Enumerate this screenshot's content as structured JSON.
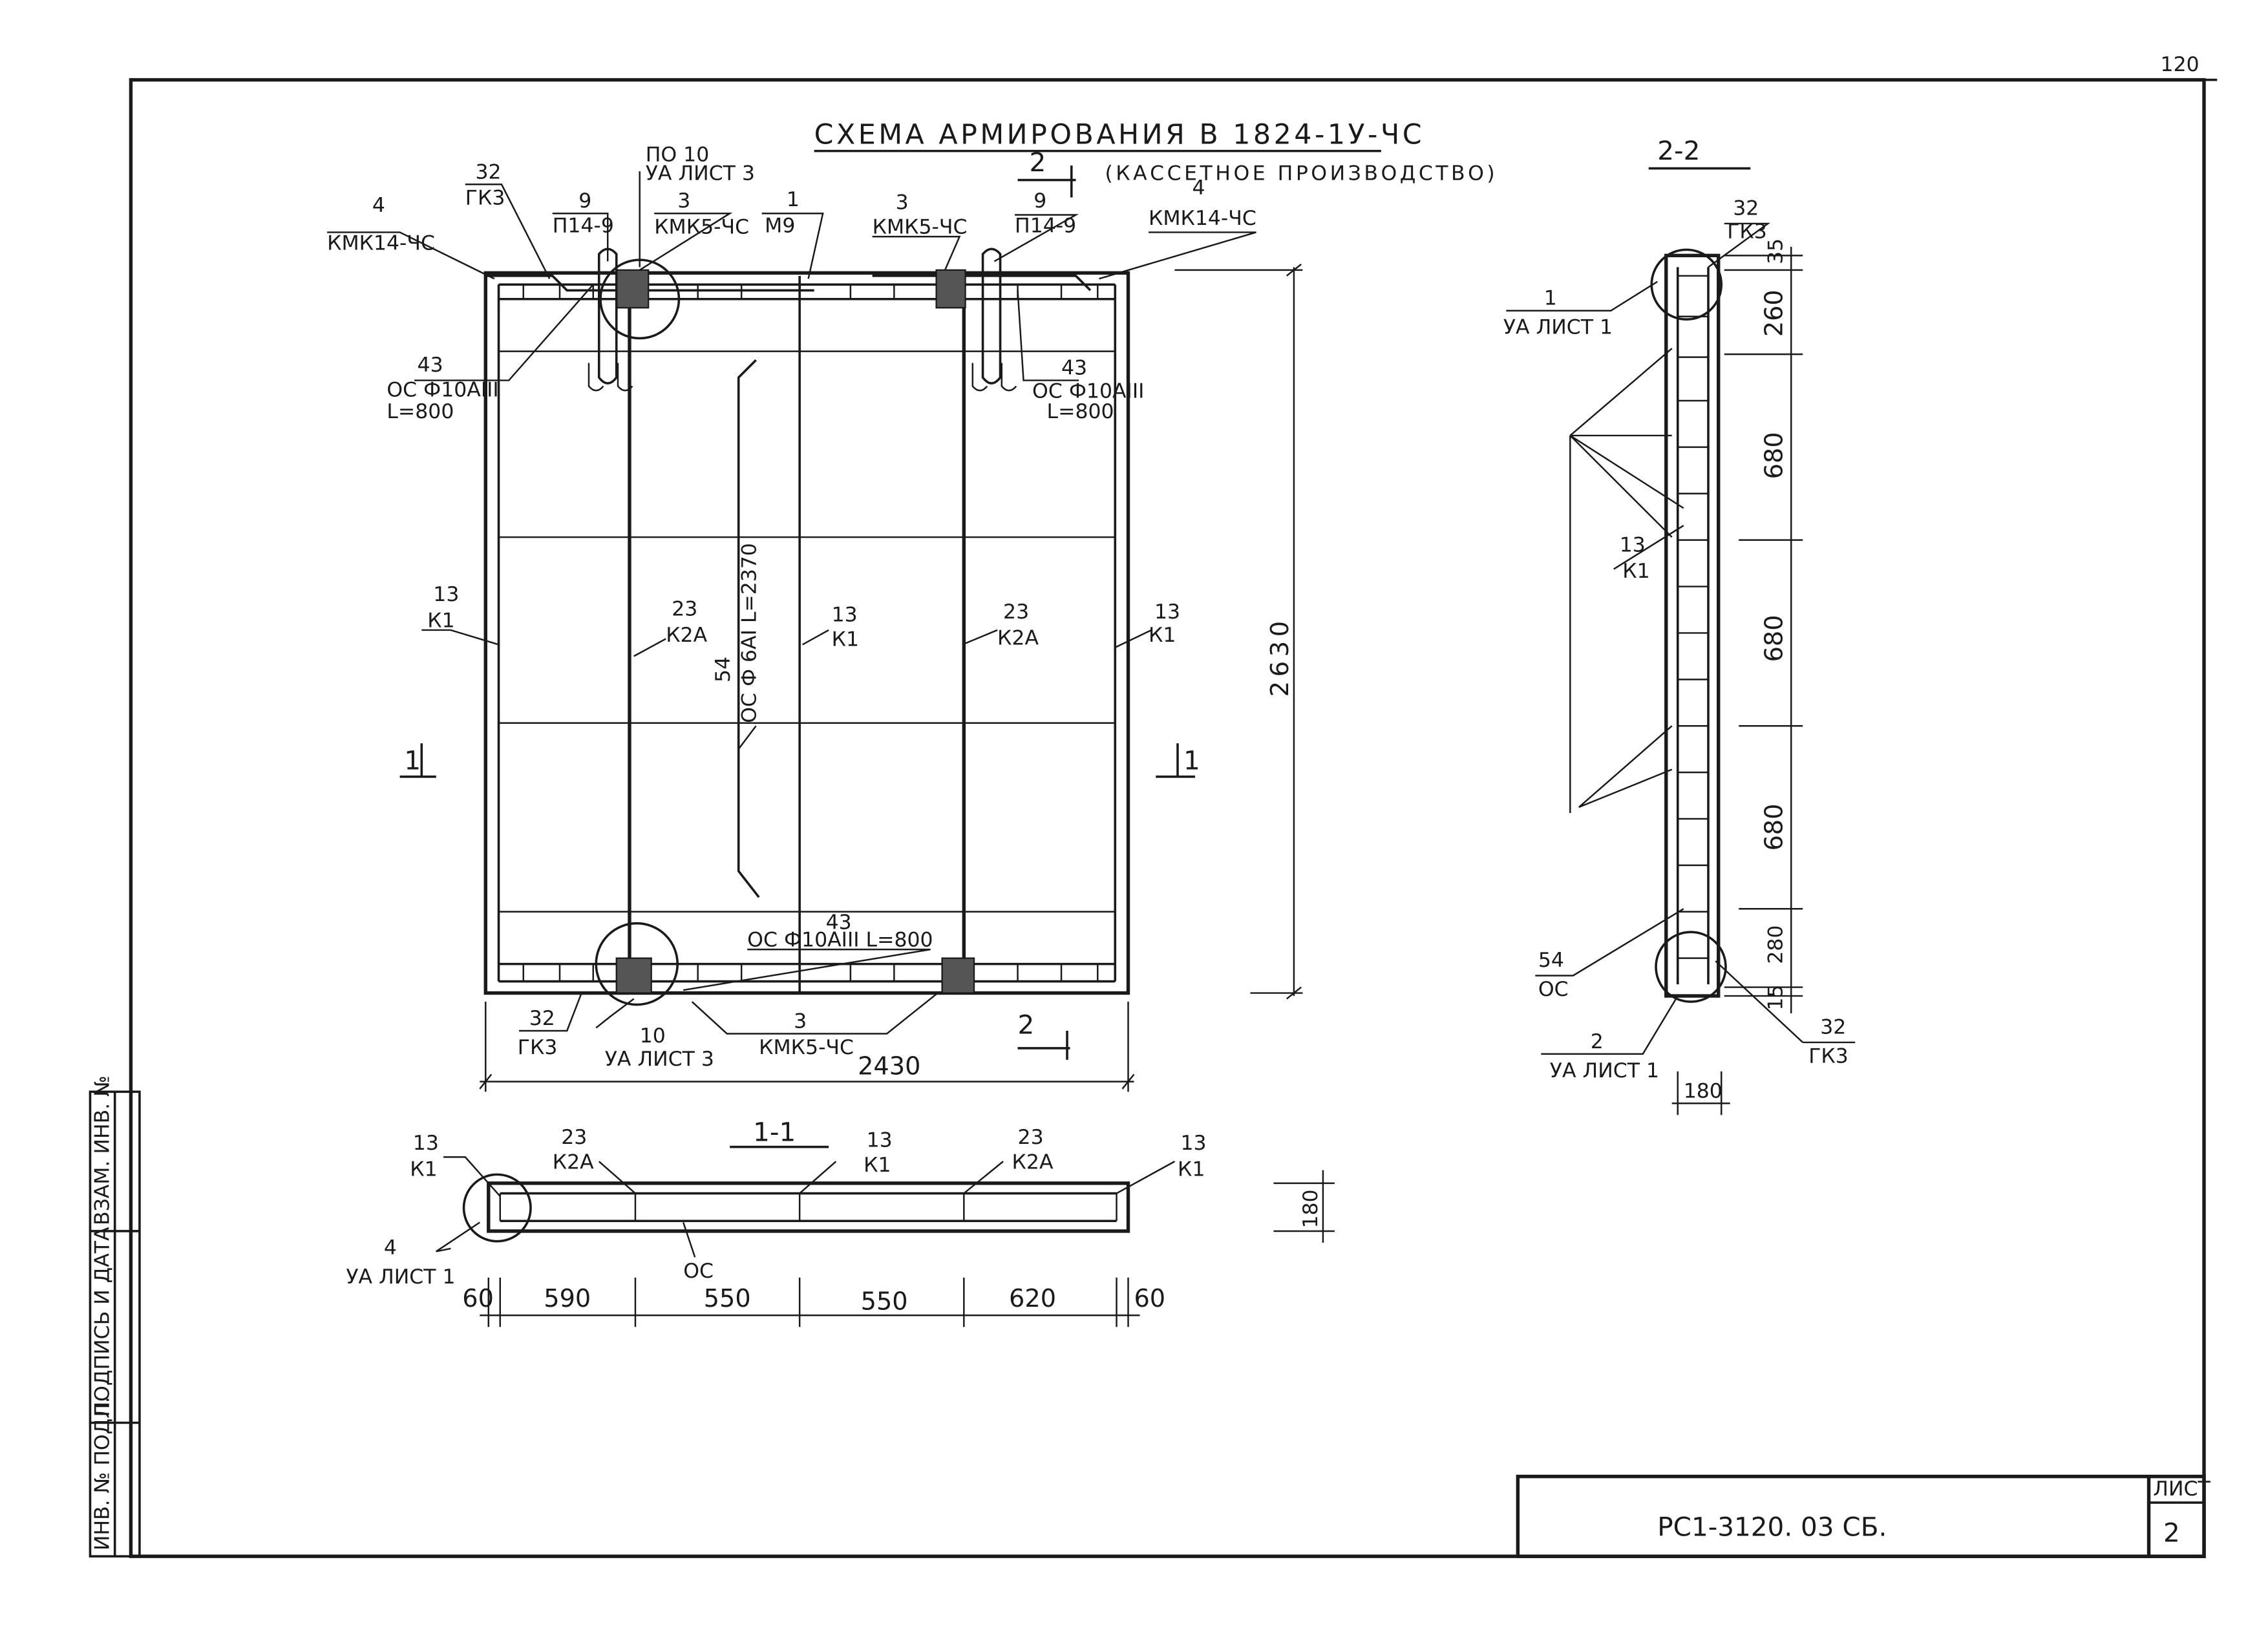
{
  "corner_number": "120",
  "title": "СХЕМА АРМИРОВАНИЯ В 1824-1У-ЧС",
  "subtitle": "(КАССЕТНОЕ ПРОИЗВОДСТВО)",
  "side_stamp": {
    "col1": "ИНВ. № ПОДЛ.",
    "col2": "ПОДПИСЬ И ДАТА",
    "col3": "ВЗАМ. ИНВ. №"
  },
  "title_block": {
    "code": "РС1-3120. 03 СБ.",
    "sheet_label": "ЛИСТ",
    "sheet_number": "2"
  },
  "elevation": {
    "callouts": {
      "top_left_pos": "4",
      "top_left_name": "КМК14-ЧС",
      "gk3_pos": "32",
      "gk3_name": "ГК3",
      "p14_left_pos": "9",
      "p14_left_name": "П14-9",
      "po10_pos": "ПО 10",
      "po10_name": "УА ЛИСТ 3",
      "kmk5_left_pos": "3",
      "kmk5_left_name": "КМК5-ЧС",
      "m9_pos": "1",
      "m9_name": "М9",
      "kmk5_right_pos": "3",
      "kmk5_right_name": "КМК5-ЧС",
      "p14_right_pos": "9",
      "p14_right_name": "П14-9",
      "top_right_pos": "4",
      "top_right_name": "КМК14-ЧС",
      "oc_left_pos": "43",
      "oc_left_name": "ОС Ф10АIII",
      "oc_left_len": "L=800",
      "oc_right_pos": "43",
      "oc_right_name": "ОС Ф10АIII",
      "oc_right_len": "L=800",
      "k1_left_pos": "13",
      "k1_left_name": "К1",
      "k2a_left_pos": "23",
      "k2a_left_name": "К2А",
      "oc54_pos": "54",
      "oc54_name": "ОС Ф 6АI L=2370",
      "k1_mid_pos": "13",
      "k1_mid_name": "К1",
      "k2a_right_pos": "23",
      "k2a_right_name": "К2А",
      "k1_right_pos": "13",
      "k1_right_name": "К1",
      "oc_bottom_pos": "43",
      "oc_bottom_name": "ОС Ф10АIII L=800",
      "gk3_bottom_pos": "32",
      "gk3_bottom_name": "ГК3",
      "ref10_pos": "10",
      "ref10_name": "УА ЛИСТ 3",
      "kmk5_bottom_pos": "3",
      "kmk5_bottom_name": "КМК5-ЧС"
    },
    "section_mark": "1",
    "section2_mark": "2",
    "width_dim": "2430",
    "height_dim": "2630"
  },
  "section_1_1": {
    "title": "1-1",
    "labels": {
      "k1_a_pos": "13",
      "k1_a_name": "К1",
      "k2a_a_pos": "23",
      "k2a_a_name": "К2А",
      "k1_b_pos": "13",
      "k1_b_name": "К1",
      "k2a_b_pos": "23",
      "k2a_b_name": "К2А",
      "k1_c_pos": "13",
      "k1_c_name": "К1",
      "ua_pos": "4",
      "ua_name": "УА ЛИСТ 1",
      "oc_name": "ОС"
    },
    "dims": [
      "60",
      "590",
      "550",
      "550",
      "620",
      "60"
    ],
    "thickness": "180"
  },
  "section_2_2": {
    "title": "2-2",
    "labels": {
      "gk3_top_pos": "32",
      "gk3_top_name": "ГК3",
      "ua1_pos": "1",
      "ua1_name": "УА ЛИСТ 1",
      "k1_pos": "13",
      "k1_name": "К1",
      "oc_pos": "54",
      "oc_name": "ОС",
      "ua2_pos": "2",
      "ua2_name": "УА ЛИСТ 1",
      "gk3_bot_pos": "32",
      "gk3_bot_name": "ГК3"
    },
    "dims": [
      "35",
      "260",
      "680",
      "680",
      "680",
      "280",
      "15"
    ],
    "thickness": "180"
  }
}
